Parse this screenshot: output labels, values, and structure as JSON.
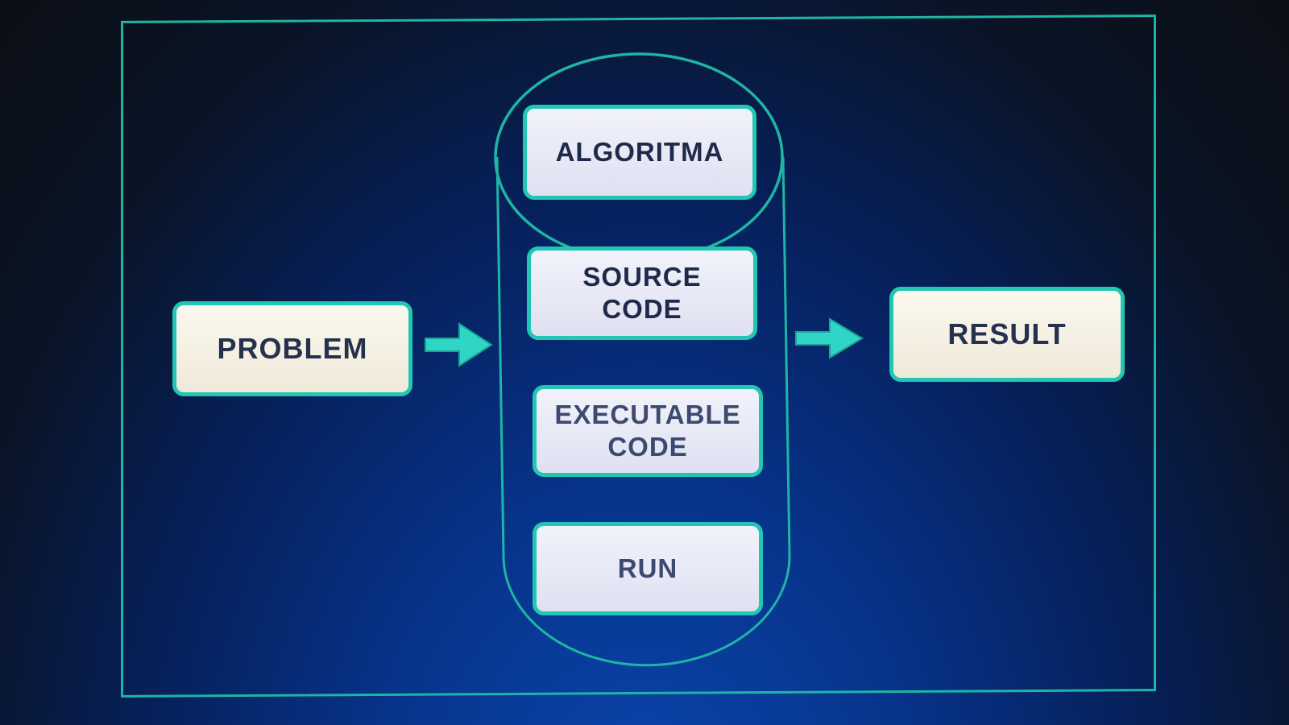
{
  "diagram": {
    "input_box": "PROBLEM",
    "output_box": "RESULT",
    "process_steps": [
      "ALGORITMA",
      "SOURCE\nCODE",
      "EXECUTABLE\nCODE",
      "RUN"
    ]
  },
  "colors": {
    "accent": "#22c7b4",
    "arrow": "#2fd6c5",
    "background": "#07338a"
  },
  "icons": {
    "arrow_in": "arrow-right-icon",
    "arrow_out": "arrow-right-icon"
  }
}
